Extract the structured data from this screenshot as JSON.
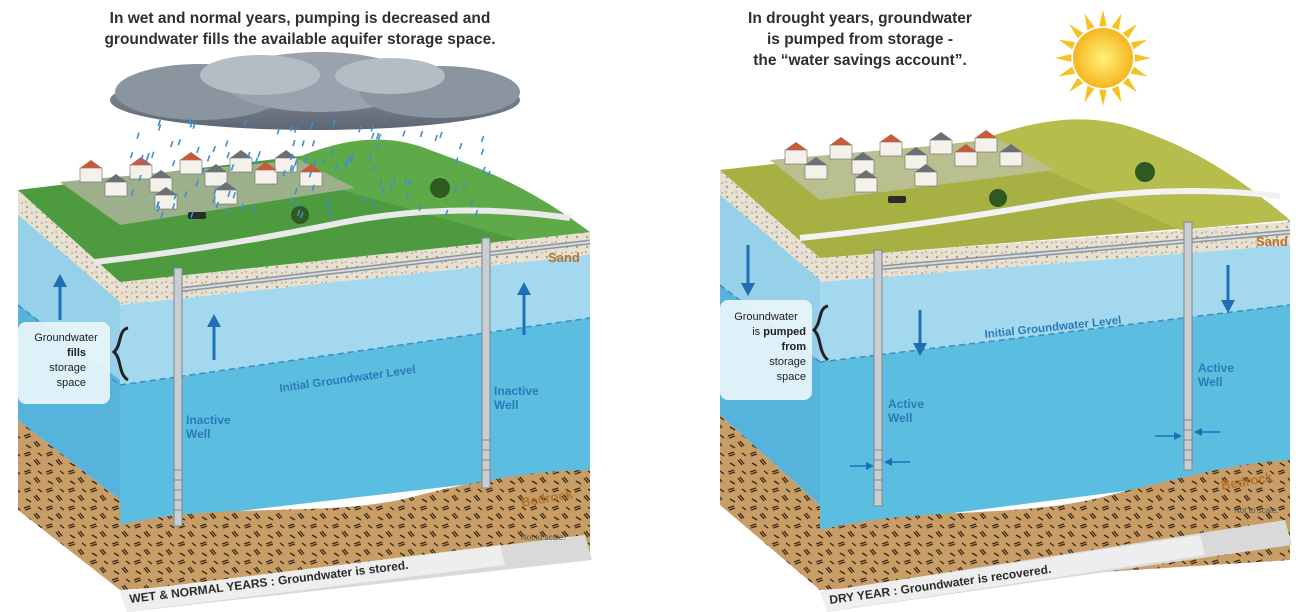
{
  "left_panel": {
    "caption_lines": [
      "In wet and normal years, pumping is decreased and",
      "groundwater fills the available aquifer storage space."
    ],
    "storage_label": {
      "line1": "Groundwater",
      "line2": "fills",
      "line3": "storage",
      "line4": "space"
    },
    "initial_level_label": "Initial Groundwater Level",
    "well_left_label": {
      "line1": "Inactive",
      "line2": "Well"
    },
    "well_right_label": {
      "line1": "Inactive",
      "line2": "Well"
    },
    "sand_label": "Sand",
    "bedrock_label": "Bedrock",
    "scale_note": "Not to scale.",
    "banner": "WET & NORMAL YEARS : Groundwater is stored."
  },
  "right_panel": {
    "caption_lines": [
      "In drought years, groundwater",
      "is pumped from storage -",
      "the “water savings account”."
    ],
    "storage_label": {
      "line1": "Groundwater",
      "line2a": "is ",
      "line2b": "pumped",
      "line3": "from",
      "line4": "storage",
      "line5": "space"
    },
    "initial_level_label": "Initial Groundwater Level",
    "well_left_label": {
      "line1": "Active",
      "line2": "Well"
    },
    "well_right_label": {
      "line1": "Active",
      "line2": "Well"
    },
    "sand_label": "Sand",
    "bedrock_label": "Bedrock",
    "scale_note": "Not to scale.",
    "banner": "DRY YEAR : Groundwater is recovered."
  },
  "colors": {
    "water": "#5bbde0",
    "water_dark": "#3a9fcc",
    "storage_zone": "#9fd6ec",
    "arrow_blue": "#1f6fb5",
    "label_blue": "#2a7ab8",
    "grass_wet": "#4e9a3f",
    "grass_dry": "#a6b043",
    "bedrock": "#c79c63",
    "sand": "#e6dfcf",
    "banner_gray": "#d9d9d9"
  }
}
